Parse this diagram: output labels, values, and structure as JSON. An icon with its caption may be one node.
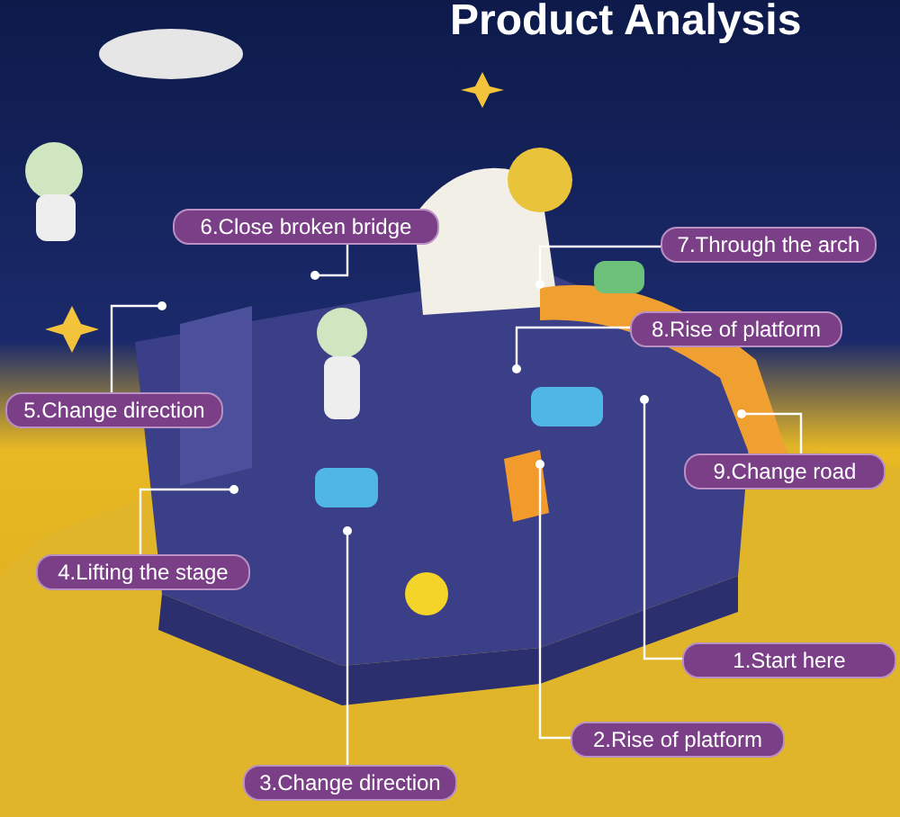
{
  "diagram": {
    "title": "Product Analysis",
    "nodes": [
      {
        "text": [
          "6.Close broken bridge"
        ]
      },
      {
        "text": [
          "7.Through the arch"
        ]
      },
      {
        "text": [
          "8.Rise of platform"
        ]
      },
      {
        "text": [
          "5.Change direction"
        ]
      },
      {
        "text": [
          "9.Change road"
        ]
      },
      {
        "text": [
          "4.Lifting the stage"
        ]
      },
      {
        "text": [
          "1.Start here"
        ]
      },
      {
        "text": [
          "2.Rise of platform"
        ]
      },
      {
        "text": [
          "3.Change direction"
        ]
      }
    ],
    "edges": [
      {
        "from": 0,
        "to": null,
        "arrow": "other"
      },
      {
        "from": 1,
        "to": null,
        "arrow": "other"
      },
      {
        "from": 2,
        "to": null,
        "arrow": "other"
      },
      {
        "from": 3,
        "to": null,
        "arrow": "other"
      },
      {
        "from": 4,
        "to": null,
        "arrow": "other"
      },
      {
        "from": 5,
        "to": null,
        "arrow": "other"
      },
      {
        "from": 6,
        "to": null,
        "arrow": "other"
      },
      {
        "from": 7,
        "to": null,
        "arrow": "other"
      },
      {
        "from": 8,
        "to": null,
        "arrow": "other"
      }
    ]
  }
}
